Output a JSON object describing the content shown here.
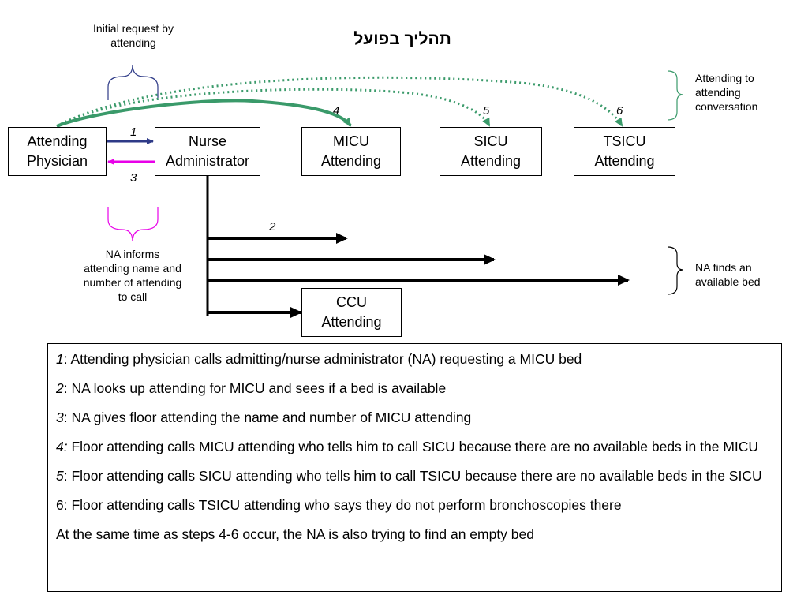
{
  "title": "תהליך בפועל",
  "annotations": {
    "initial_request": "Initial request by attending",
    "attending_conversation": "Attending to attending conversation",
    "na_informs": "NA informs attending name and number of attending to call",
    "na_finds_bed": "NA finds an available bed"
  },
  "nodes": {
    "attending_physician": "Attending\nPhysician",
    "nurse_administrator": "Nurse\nAdministrator",
    "micu": "MICU\nAttending",
    "sicu": "SICU\nAttending",
    "tsicu": "TSICU\nAttending",
    "ccu": "CCU\nAttending"
  },
  "step_labels": {
    "s1": "1",
    "s2": "2",
    "s3": "3",
    "s4": "4",
    "s5": "5",
    "s6": "6"
  },
  "colors": {
    "arrow_1": "#2e3a87",
    "arrow_3": "#e800e8",
    "attending_calls": "#3a9a6a",
    "brace_initial": "#2e3a87",
    "brace_informs": "#e800e8",
    "brace_conversation": "#3a9a6a",
    "na_arrows": "#000000"
  },
  "notes": [
    {
      "key": "1",
      "text": ": Attending physician calls admitting/nurse administrator (NA) requesting a MICU bed"
    },
    {
      "key": "2",
      "text": ": NA looks up attending for MICU and sees if a bed is available"
    },
    {
      "key": "3",
      "text": ": NA gives floor attending the name and number of MICU attending"
    },
    {
      "key": "4:",
      "text": " Floor attending calls MICU attending who tells him to call SICU because there are no available beds in the MICU"
    },
    {
      "key": "5",
      "text": ": Floor attending calls SICU attending who tells him to call TSICU because there are no available beds in the SICU"
    },
    {
      "key": "6",
      "text": ": Floor attending calls TSICU attending who says they do not perform bronchoscopies there",
      "plain": true
    },
    {
      "key": "",
      "text": "At the same time as steps 4-6 occur, the NA is also trying to find an empty bed"
    }
  ]
}
